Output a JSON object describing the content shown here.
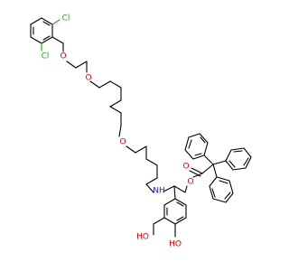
{
  "molecule": {
    "colors": {
      "carbon_bonds": "#000000",
      "chlorine": "#1fa51f",
      "oxygen": "#e00000",
      "nitrogen": "#2020c8"
    },
    "atom_labels": {
      "cl_top": "Cl",
      "cl_bottom": "Cl",
      "o_ether_1": "O",
      "o_ether_2": "O",
      "o_ether_3": "O",
      "n_amine": "NH",
      "o_ester": "O",
      "o_carbonyl": "O",
      "oh_hydroxymethyl": "HO",
      "oh_phenol": "HO"
    }
  }
}
